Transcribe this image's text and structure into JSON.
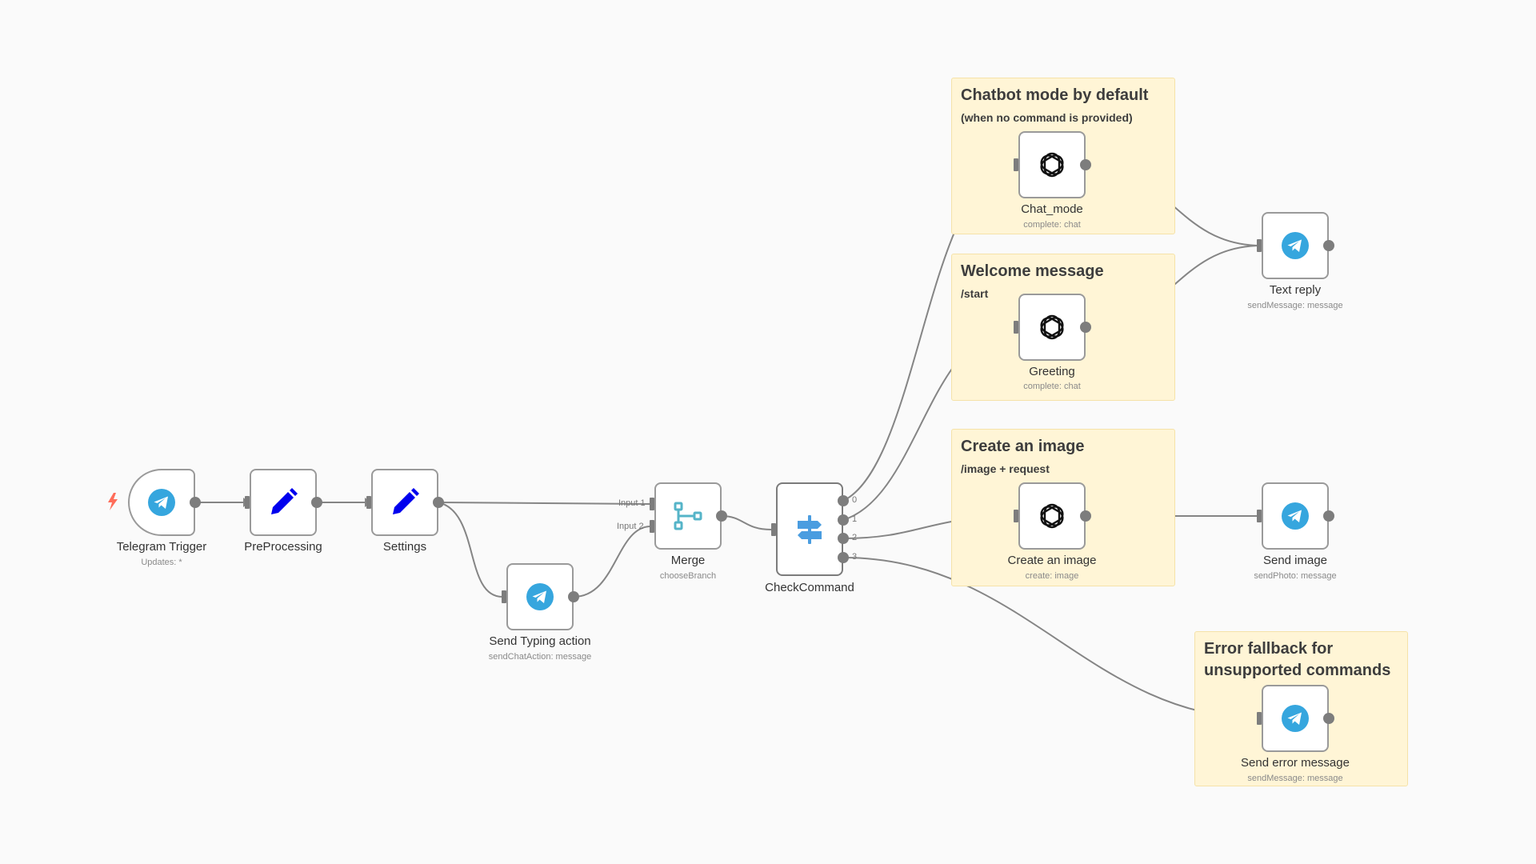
{
  "colors": {
    "canvas": "#fafafa",
    "sticky_bg": "#fff5d6",
    "telegram_blue": "#36a6de",
    "edit_blue": "#0000ee",
    "merge_teal": "#55b4c8",
    "switch_blue": "#4a9de0",
    "trigger_bolt": "#ff6d5a",
    "wire": "#858585"
  },
  "stickies": [
    {
      "title": "Chatbot mode by default",
      "subtitle": "(when no command is provided)"
    },
    {
      "title": "Welcome message",
      "subtitle": "/start"
    },
    {
      "title": "Create an image",
      "subtitle": "/image + request"
    },
    {
      "title": "Error fallback for unsupported commands",
      "subtitle": ""
    }
  ],
  "nodes": {
    "telegram_trigger": {
      "label": "Telegram Trigger",
      "sub": "Updates: *",
      "icon": "telegram-icon"
    },
    "preprocessing": {
      "label": "PreProcessing",
      "sub": "",
      "icon": "pencil-icon"
    },
    "settings": {
      "label": "Settings",
      "sub": "",
      "icon": "pencil-icon"
    },
    "send_typing": {
      "label": "Send Typing action",
      "sub": "sendChatAction: message",
      "icon": "telegram-icon"
    },
    "merge": {
      "label": "Merge",
      "sub": "chooseBranch",
      "icon": "merge-icon"
    },
    "check_command": {
      "label": "CheckCommand",
      "sub": "",
      "icon": "switch-icon"
    },
    "chat_mode": {
      "label": "Chat_mode",
      "sub": "complete: chat",
      "icon": "openai-icon"
    },
    "greeting": {
      "label": "Greeting",
      "sub": "complete: chat",
      "icon": "openai-icon"
    },
    "create_image": {
      "label": "Create an image",
      "sub": "create: image",
      "icon": "openai-icon"
    },
    "text_reply": {
      "label": "Text reply",
      "sub": "sendMessage: message",
      "icon": "telegram-icon"
    },
    "send_image": {
      "label": "Send image",
      "sub": "sendPhoto: message",
      "icon": "telegram-icon"
    },
    "send_error": {
      "label": "Send error message",
      "sub": "sendMessage: message",
      "icon": "telegram-icon"
    }
  },
  "ports": {
    "merge_in1": "Input 1",
    "merge_in2": "Input 2",
    "switch_out0": "0",
    "switch_out1": "1",
    "switch_out2": "2",
    "switch_out3": "3"
  }
}
